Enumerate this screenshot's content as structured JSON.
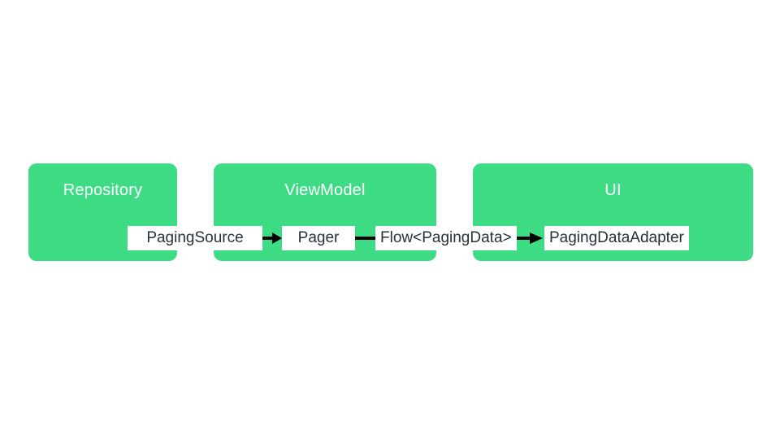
{
  "colors": {
    "background": "#ffffff",
    "container_fill": "#3ddc84",
    "container_text": "#ffffff",
    "node_fill": "#ffffff",
    "node_text": "#263238",
    "connector": "#000000"
  },
  "containers": [
    {
      "id": "repository",
      "label": "Repository"
    },
    {
      "id": "viewmodel",
      "label": "ViewModel"
    },
    {
      "id": "ui",
      "label": "UI"
    }
  ],
  "nodes": [
    {
      "id": "paging-source",
      "label": "PagingSource",
      "container": "repository"
    },
    {
      "id": "pager",
      "label": "Pager",
      "container": "viewmodel"
    },
    {
      "id": "flow-paging-data",
      "label": "Flow<PagingData>",
      "container": "viewmodel"
    },
    {
      "id": "paging-data-adapter",
      "label": "PagingDataAdapter",
      "container": "ui"
    }
  ],
  "connections": [
    {
      "from": "PagingSource",
      "to": "Pager",
      "style": "arrow"
    },
    {
      "from": "Pager",
      "to": "Flow<PagingData>",
      "style": "line"
    },
    {
      "from": "Flow<PagingData>",
      "to": "PagingDataAdapter",
      "style": "arrow"
    }
  ]
}
